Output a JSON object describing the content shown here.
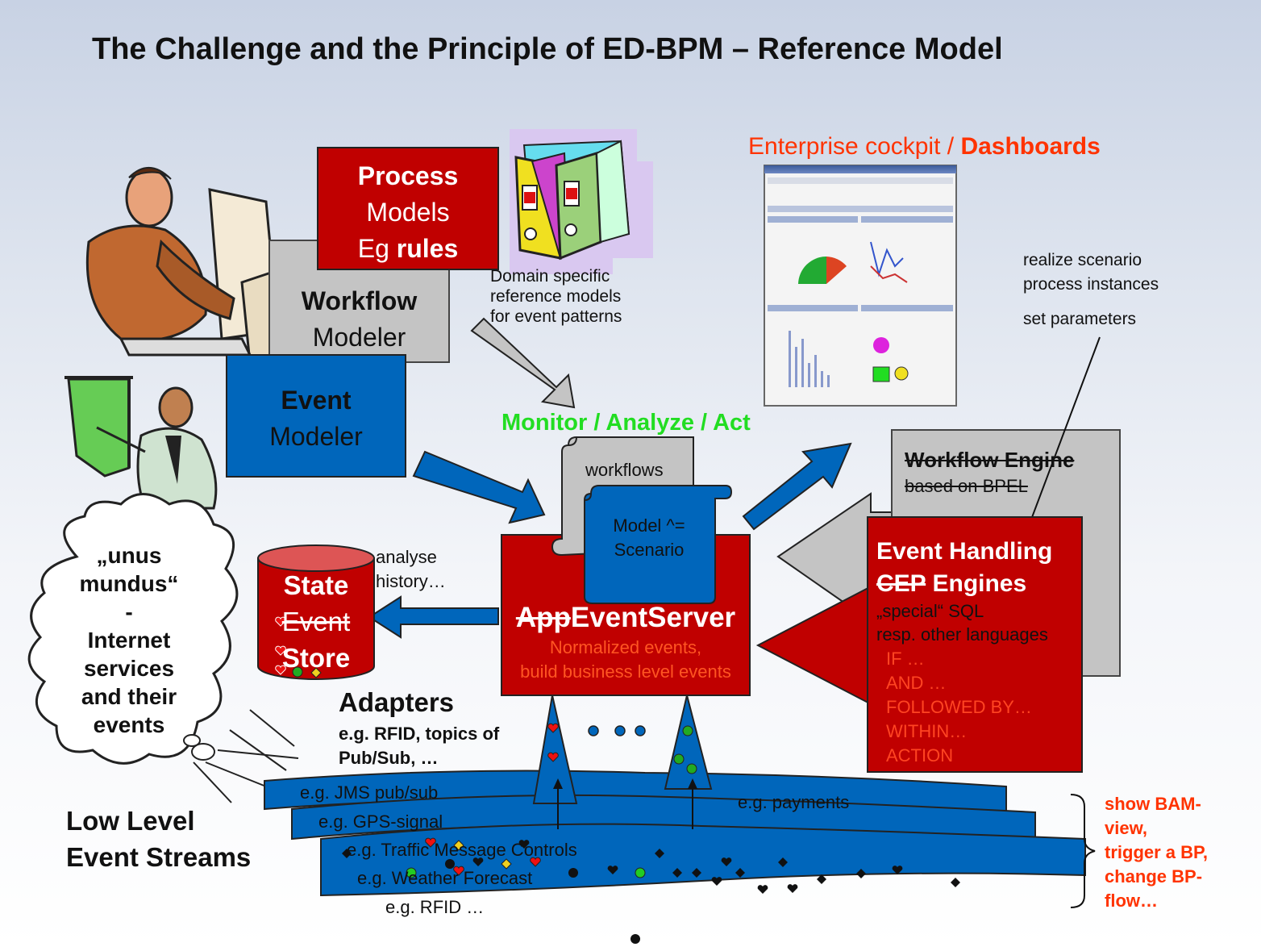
{
  "title": "The Challenge and the Principle of ED-BPM – Reference Model",
  "process_box": {
    "line1": "Process",
    "line2": "Models",
    "line3a": "Eg ",
    "line3b": "rules"
  },
  "workflow_modeler": {
    "line1": "Workflow",
    "line2": "Modeler"
  },
  "event_modeler": {
    "line1": "Event",
    "line2": "Modeler"
  },
  "domain_note": [
    "Domain specific",
    "reference models",
    "for event patterns"
  ],
  "cockpit": {
    "normal": "Enterprise cockpit / ",
    "bold": "Dashboards"
  },
  "monitor": "Monitor / Analyze / Act",
  "realize_note": [
    "realize scenario",
    "process instances"
  ],
  "set_params": "set parameters",
  "scroll_workflows": "workflows",
  "scroll_model": [
    "Model ^=",
    "Scenario"
  ],
  "workflow_engine": {
    "line1": "Workflow Engine",
    "line2": "based on BPEL"
  },
  "event_handling": {
    "line1": "Event Handling",
    "line2a": "CEP",
    "line2b": " Engines",
    "line3": "„special“ SQL",
    "line4": "resp. other languages",
    "rules": [
      "IF …",
      "AND …",
      "FOLLOWED BY…",
      "WITHIN…",
      "ACTION"
    ]
  },
  "app_server": {
    "struck": "App",
    "rest": "EventServer",
    "sub1": "Normalized events,",
    "sub2": "build business level events"
  },
  "state_store": {
    "line1": "State",
    "line2": "Event",
    "line3": "Store"
  },
  "analyse_note": [
    "analyse",
    "history…"
  ],
  "cloud": [
    "„unus",
    "mundus“",
    "-",
    "Internet",
    "services",
    "and their",
    "events"
  ],
  "adapters": {
    "title": "Adapters",
    "line1": "e.g. RFID, topics of",
    "line2": "Pub/Sub, …"
  },
  "low_level": [
    "Low Level",
    "Event Streams"
  ],
  "streams": [
    "e.g. JMS pub/sub",
    "e.g. GPS-signal",
    "e.g. Traffic Message Controls",
    "e.g. Weather Forecast",
    "e.g. RFID …"
  ],
  "payments": "e.g. payments",
  "bam": [
    "show BAM-",
    "view,",
    "trigger a BP,",
    "change BP-",
    "flow…"
  ],
  "colors": {
    "red": "#c00000",
    "blue": "#0066bb",
    "gray": "#c4c4c4",
    "orange": "#ff3300",
    "green": "#22dd22"
  }
}
